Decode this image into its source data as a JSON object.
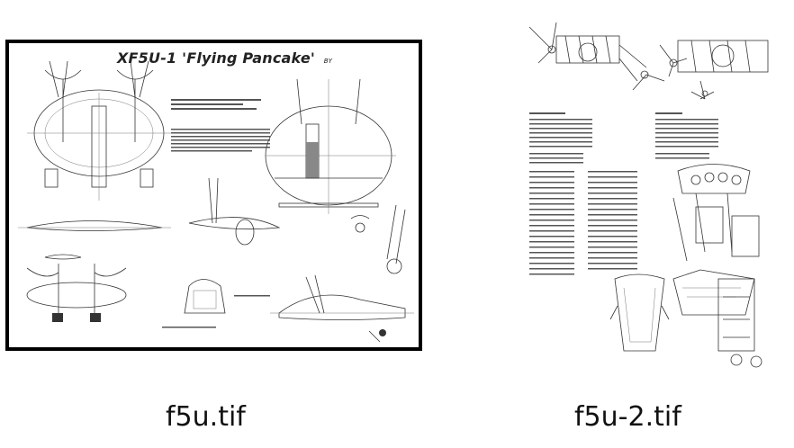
{
  "thumbnails": [
    {
      "filename": "f5u.tif",
      "sheet_title": "XF5U-1 'Flying Pancake'",
      "sheet_title_suffix": "BY"
    },
    {
      "filename": "f5u-2.tif"
    }
  ],
  "icons": {
    "drawing_1": "aircraft-three-view-drawing-icon",
    "drawing_2": "aircraft-cutaway-drawing-icon"
  }
}
